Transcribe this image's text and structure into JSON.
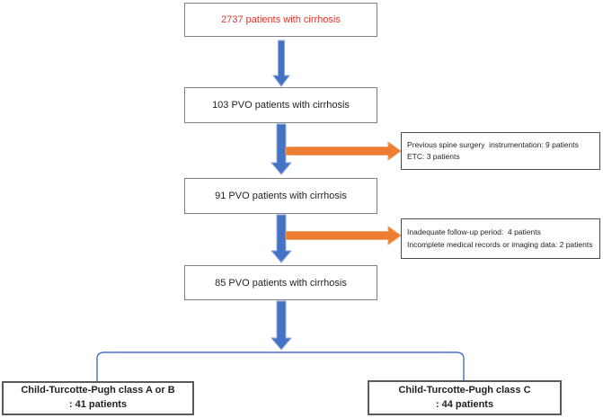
{
  "flowchart": {
    "main_boxes": [
      {
        "label": "2737 patients with cirrhosis"
      },
      {
        "label": "103 PVO patients with cirrhosis"
      },
      {
        "label": "91 PVO patients with cirrhosis"
      },
      {
        "label": "85 PVO patients with cirrhosis"
      }
    ],
    "exclusion_boxes": [
      {
        "line1": "Previous spine surgery  instrumentation: 9 patients",
        "line2": "ETC: 3 patients"
      },
      {
        "line1": "Inadequate follow-up period:  4 patients",
        "line2": "Incomplete medical records or imaging data: 2 patients"
      }
    ],
    "outcome_boxes": [
      {
        "line1": "Child-Turcotte-Pugh class A or B",
        "line2": ": 41 patients"
      },
      {
        "line1": "Child-Turcotte-Pugh class C",
        "line2": ": 44 patients"
      }
    ],
    "colors": {
      "arrow_blue": "#4472C4",
      "arrow_orange": "#ED7D31",
      "connector_blue": "#4472C4",
      "highlight_red": "#E0362C",
      "main_box_border": "#808080",
      "exclusion_box_border": "#4A4A4A",
      "outcome_box_border": "#595959"
    }
  }
}
